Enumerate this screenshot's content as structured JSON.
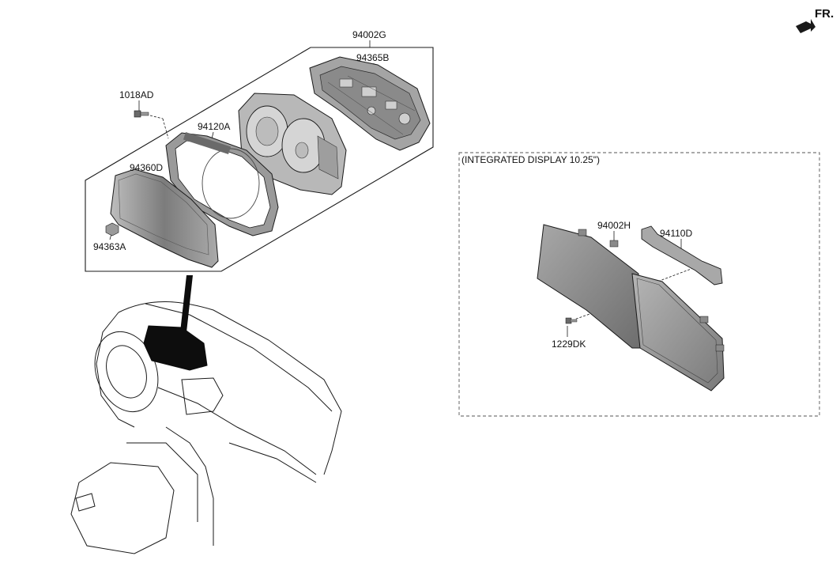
{
  "direction": {
    "label": "FR."
  },
  "integrated_box": {
    "title": "(INTEGRATED DISPLAY 10.25\")"
  },
  "parts": {
    "assembly": "94002G",
    "rear_case": "94365B",
    "bolt": "1018AD",
    "gauge_panel": "94120A",
    "front_lens": "94360D",
    "clip": "94363A",
    "integrated_unit": "94002H",
    "bracket": "94110D",
    "screw": "1229DK"
  },
  "colors": {
    "line": "#1a1a1a",
    "part_fill": "#9a9a9a",
    "part_dark": "#5e5e5e",
    "part_light": "#cfcfcf",
    "cluster_black": "#0d0d0d"
  }
}
